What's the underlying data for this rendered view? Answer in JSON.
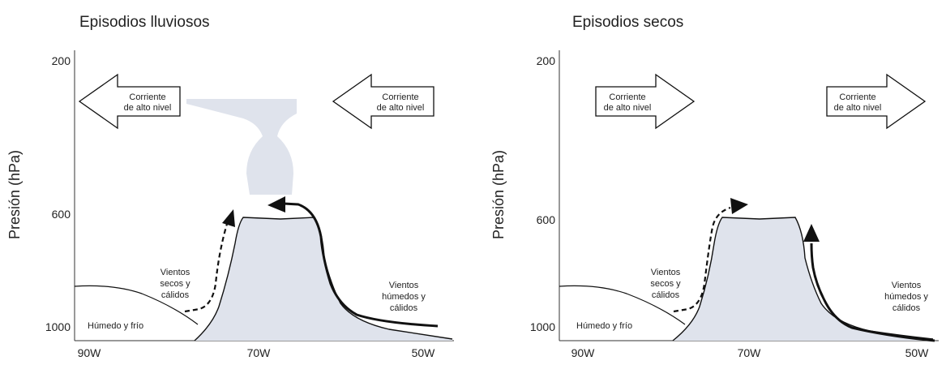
{
  "panels": [
    {
      "title": "Episodios lluviosos",
      "ylabel": "Presión (hPa)",
      "yticks": [
        "200",
        "600",
        "1000"
      ],
      "xticks": [
        "90W",
        "70W",
        "50W"
      ],
      "arrows": [
        {
          "direction": "left",
          "line1": "Corriente",
          "line2": "de alto nivel"
        },
        {
          "direction": "left",
          "line1": "Corriente",
          "line2": "de alto nivel"
        }
      ],
      "labels": {
        "dry_winds": [
          "Vientos",
          "secos y",
          "cálidos"
        ],
        "humid_winds": [
          "Vientos",
          "húmedos y",
          "cálidos"
        ],
        "humid_cold": "Húmedo y frío"
      },
      "cloud": true
    },
    {
      "title": "Episodios secos",
      "ylabel": "Presión (hPa)",
      "yticks": [
        "200",
        "600",
        "1000"
      ],
      "xticks": [
        "90W",
        "70W",
        "50W"
      ],
      "arrows": [
        {
          "direction": "right",
          "line1": "Corriente",
          "line2": "de alto nivel"
        },
        {
          "direction": "right",
          "line1": "Corriente",
          "line2": "de alto nivel"
        }
      ],
      "labels": {
        "dry_winds": [
          "Vientos",
          "secos y",
          "cálidos"
        ],
        "humid_winds": [
          "Vientos",
          "húmedos y",
          "cálidos"
        ],
        "humid_cold": "Húmedo y frío"
      },
      "cloud": false
    }
  ],
  "colors": {
    "mountain_fill": "#dfe3ec",
    "line": "#111111"
  }
}
